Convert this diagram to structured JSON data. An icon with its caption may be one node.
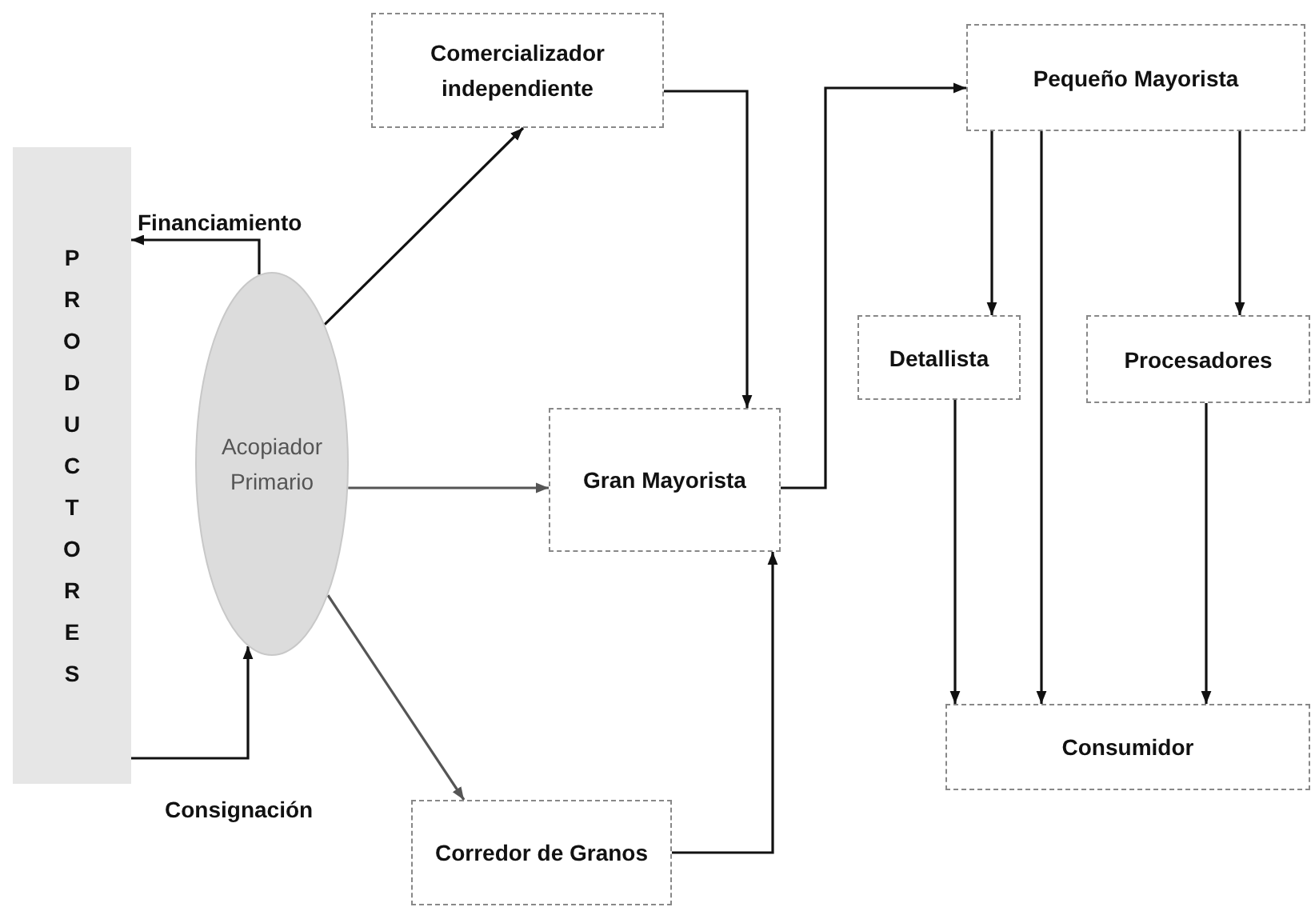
{
  "diagram": {
    "nodes": [
      {
        "text": [
          "PRODUCTORES"
        ]
      },
      {
        "text": [
          "Acopiador Primario"
        ]
      },
      {
        "text": [
          "Comercializador independiente"
        ]
      },
      {
        "text": [
          "Gran Mayorista"
        ]
      },
      {
        "text": [
          "Corredor de Granos"
        ]
      },
      {
        "text": [
          "Pequeño Mayorista"
        ]
      },
      {
        "text": [
          "Detallista"
        ]
      },
      {
        "text": [
          "Procesadores"
        ]
      },
      {
        "text": [
          "Consumidor"
        ]
      }
    ],
    "edges": [
      {
        "from": 1,
        "to": 0,
        "arrow": "to",
        "label": "Financiamiento"
      },
      {
        "from": 0,
        "to": 1,
        "arrow": "to",
        "label": "Consignación"
      },
      {
        "from": 1,
        "to": 2,
        "arrow": "to"
      },
      {
        "from": 1,
        "to": 3,
        "arrow": "to",
        "color": "#555555"
      },
      {
        "from": 1,
        "to": 4,
        "arrow": "to",
        "color": "#555555"
      },
      {
        "from": 2,
        "to": 3,
        "arrow": "to"
      },
      {
        "from": 4,
        "to": 3,
        "arrow": "to"
      },
      {
        "from": 3,
        "to": 5,
        "arrow": "to"
      },
      {
        "from": 5,
        "to": 6,
        "arrow": "to"
      },
      {
        "from": 5,
        "to": 8,
        "arrow": "to"
      },
      {
        "from": 5,
        "to": 7,
        "arrow": "to"
      },
      {
        "from": 6,
        "to": 8,
        "arrow": "to"
      },
      {
        "from": 7,
        "to": 8,
        "arrow": "to"
      }
    ]
  }
}
